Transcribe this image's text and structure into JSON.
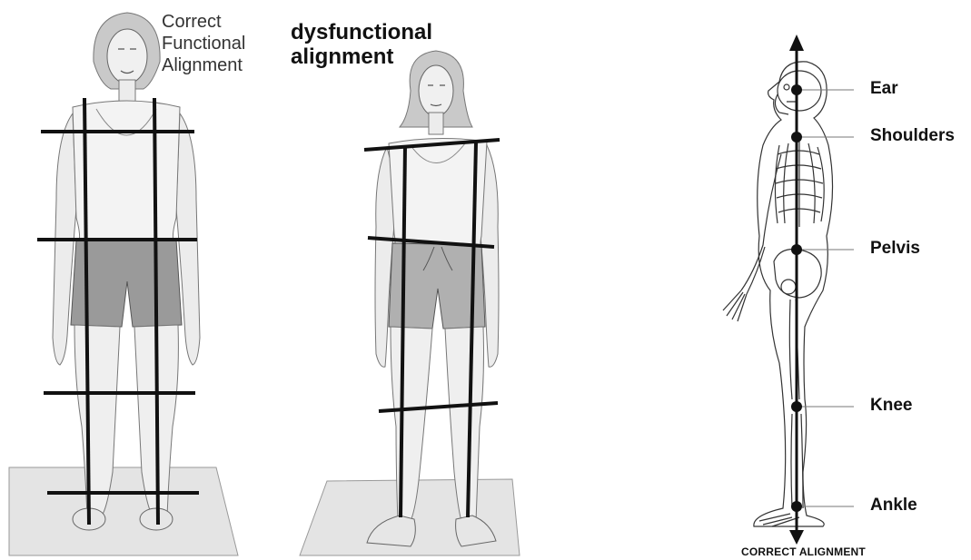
{
  "figure": {
    "left_panel": {
      "title_lines": [
        "Correct",
        "Functional",
        "Alignment"
      ]
    },
    "middle_panel": {
      "title_lines": [
        "dysfunctional",
        "alignment"
      ]
    },
    "right_panel": {
      "landmarks": [
        {
          "label": "Ear"
        },
        {
          "label": "Shoulders"
        },
        {
          "label": "Pelvis"
        },
        {
          "label": "Knee"
        },
        {
          "label": "Ankle"
        }
      ],
      "caption": "CORRECT ALIGNMENT"
    }
  }
}
